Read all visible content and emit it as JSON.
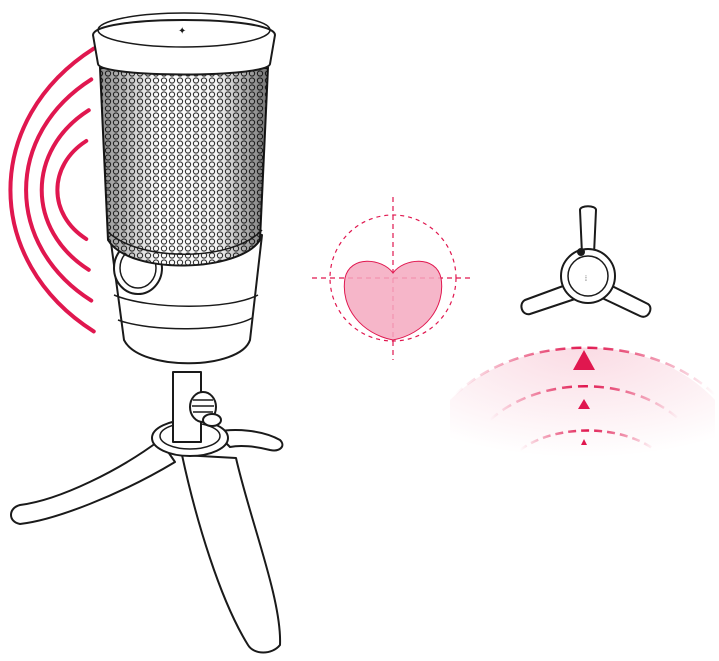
{
  "colors": {
    "accent": "#e0174f",
    "pattern_fill": "#f4a9bf",
    "pattern_stroke": "#e0174f",
    "outline": "#1a1a1a",
    "background": "#ffffff"
  },
  "illustration": {
    "microphone": {
      "icon": "usb-microphone-icon",
      "stand": "tripod-stand"
    },
    "sound_waves": {
      "icon": "sound-waves-icon",
      "count": 4
    },
    "polar_pattern": {
      "icon": "cardioid-pattern-icon",
      "shape": "cardioid"
    },
    "tripod_top_view": {
      "icon": "tripod-top-view-icon",
      "legs": 3
    },
    "directional_waves": {
      "icon": "directional-arcs-icon",
      "rings": 3,
      "arrows": 3
    }
  }
}
